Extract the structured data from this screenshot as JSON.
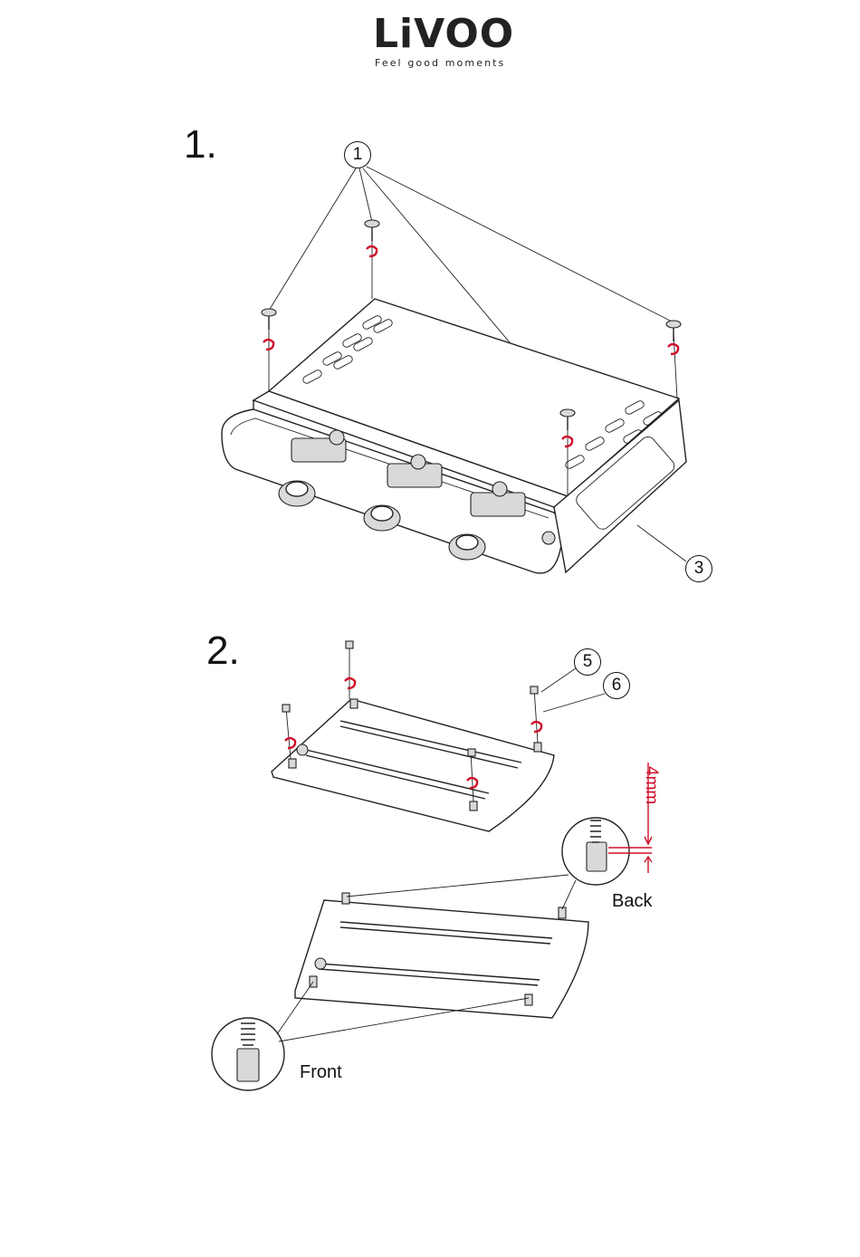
{
  "brand": {
    "name": "LiVOO",
    "tagline": "Feel good moments"
  },
  "steps": [
    {
      "number": "1."
    },
    {
      "number": "2."
    }
  ],
  "callouts": {
    "part1": "1",
    "part3": "3",
    "part5": "5",
    "part6": "6"
  },
  "labels": {
    "back": "Back",
    "front": "Front",
    "dimension": "4mm"
  },
  "colors": {
    "arrow": "#d0102a",
    "line": "#222222"
  }
}
